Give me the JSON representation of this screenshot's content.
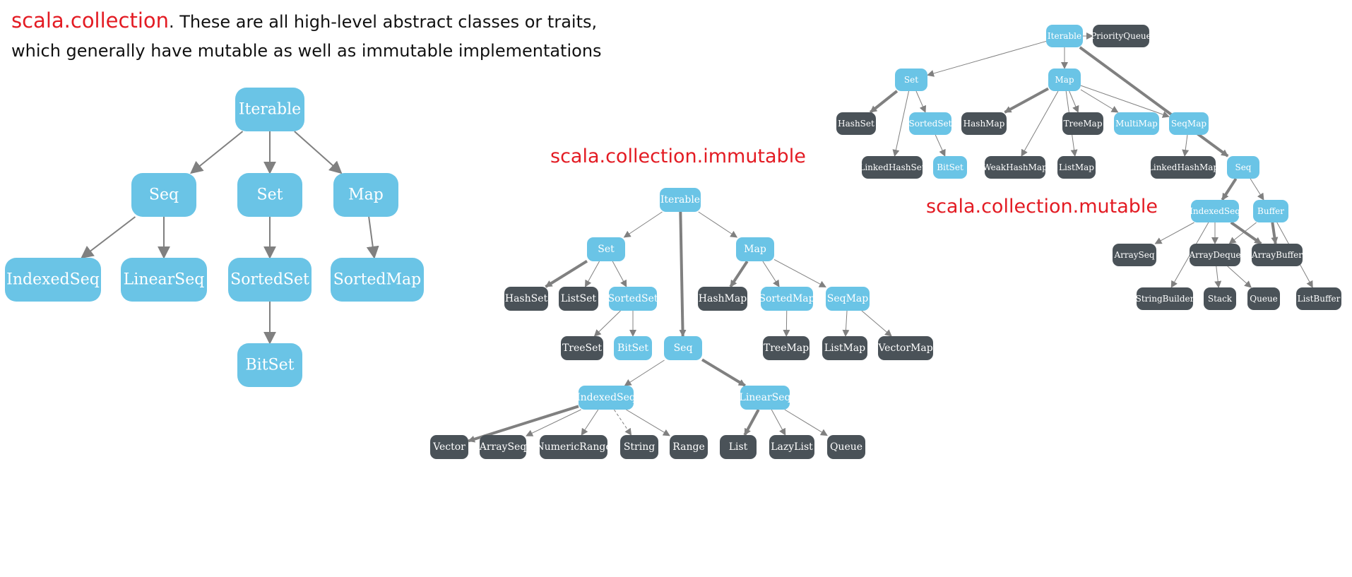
{
  "heading": {
    "accent": "scala.collection",
    "rest": ". These are all high-level abstract classes or traits,",
    "line2": "which generally have mutable as well as immutable implementations"
  },
  "colors": {
    "abstract": "#6ac4e6",
    "concrete": "#4a5258",
    "edge": "#808080"
  },
  "diagrams": {
    "collection": {
      "title": "",
      "nodes": [
        {
          "id": "c-iterable",
          "label": "Iterable",
          "kind": "abstract"
        },
        {
          "id": "c-seq",
          "label": "Seq",
          "kind": "abstract"
        },
        {
          "id": "c-set",
          "label": "Set",
          "kind": "abstract"
        },
        {
          "id": "c-map",
          "label": "Map",
          "kind": "abstract"
        },
        {
          "id": "c-indexedseq",
          "label": "IndexedSeq",
          "kind": "abstract"
        },
        {
          "id": "c-linearseq",
          "label": "LinearSeq",
          "kind": "abstract"
        },
        {
          "id": "c-sortedset",
          "label": "SortedSet",
          "kind": "abstract"
        },
        {
          "id": "c-sortedmap",
          "label": "SortedMap",
          "kind": "abstract"
        },
        {
          "id": "c-bitset",
          "label": "BitSet",
          "kind": "abstract"
        }
      ],
      "edges": [
        {
          "from": "c-iterable",
          "to": "c-seq",
          "style": "normal"
        },
        {
          "from": "c-iterable",
          "to": "c-set",
          "style": "normal"
        },
        {
          "from": "c-iterable",
          "to": "c-map",
          "style": "normal"
        },
        {
          "from": "c-seq",
          "to": "c-indexedseq",
          "style": "normal"
        },
        {
          "from": "c-seq",
          "to": "c-linearseq",
          "style": "normal"
        },
        {
          "from": "c-set",
          "to": "c-sortedset",
          "style": "normal"
        },
        {
          "from": "c-map",
          "to": "c-sortedmap",
          "style": "normal"
        },
        {
          "from": "c-sortedset",
          "to": "c-bitset",
          "style": "normal"
        }
      ]
    },
    "immutable": {
      "title": "scala.collection.immutable",
      "nodes": [
        {
          "id": "i-iterable",
          "label": "Iterable",
          "kind": "abstract"
        },
        {
          "id": "i-set",
          "label": "Set",
          "kind": "abstract"
        },
        {
          "id": "i-map",
          "label": "Map",
          "kind": "abstract"
        },
        {
          "id": "i-hashset",
          "label": "HashSet",
          "kind": "concrete"
        },
        {
          "id": "i-listset",
          "label": "ListSet",
          "kind": "concrete"
        },
        {
          "id": "i-sortedset",
          "label": "SortedSet",
          "kind": "abstract"
        },
        {
          "id": "i-hashmap",
          "label": "HashMap",
          "kind": "concrete"
        },
        {
          "id": "i-sortedmap",
          "label": "SortedMap",
          "kind": "abstract"
        },
        {
          "id": "i-seqmap",
          "label": "SeqMap",
          "kind": "abstract"
        },
        {
          "id": "i-treeset",
          "label": "TreeSet",
          "kind": "concrete"
        },
        {
          "id": "i-bitset",
          "label": "BitSet",
          "kind": "abstract"
        },
        {
          "id": "i-seq",
          "label": "Seq",
          "kind": "abstract"
        },
        {
          "id": "i-treemap",
          "label": "TreeMap",
          "kind": "concrete"
        },
        {
          "id": "i-listmap",
          "label": "ListMap",
          "kind": "concrete"
        },
        {
          "id": "i-vectormap",
          "label": "VectorMap",
          "kind": "concrete"
        },
        {
          "id": "i-indexedseq",
          "label": "IndexedSeq",
          "kind": "abstract"
        },
        {
          "id": "i-linearseq",
          "label": "LinearSeq",
          "kind": "abstract"
        },
        {
          "id": "i-vector",
          "label": "Vector",
          "kind": "concrete"
        },
        {
          "id": "i-arrayseq",
          "label": "ArraySeq",
          "kind": "concrete"
        },
        {
          "id": "i-numericrange",
          "label": "NumericRange",
          "kind": "concrete"
        },
        {
          "id": "i-string",
          "label": "String",
          "kind": "concrete"
        },
        {
          "id": "i-range",
          "label": "Range",
          "kind": "concrete"
        },
        {
          "id": "i-list",
          "label": "List",
          "kind": "concrete"
        },
        {
          "id": "i-lazylist",
          "label": "LazyList",
          "kind": "concrete"
        },
        {
          "id": "i-queue",
          "label": "Queue",
          "kind": "concrete"
        }
      ],
      "edges": [
        {
          "from": "i-iterable",
          "to": "i-set",
          "style": "normal"
        },
        {
          "from": "i-iterable",
          "to": "i-map",
          "style": "normal"
        },
        {
          "from": "i-iterable",
          "to": "i-seq",
          "style": "bold"
        },
        {
          "from": "i-set",
          "to": "i-hashset",
          "style": "bold"
        },
        {
          "from": "i-set",
          "to": "i-listset",
          "style": "normal"
        },
        {
          "from": "i-set",
          "to": "i-sortedset",
          "style": "normal"
        },
        {
          "from": "i-sortedset",
          "to": "i-treeset",
          "style": "normal"
        },
        {
          "from": "i-sortedset",
          "to": "i-bitset",
          "style": "normal"
        },
        {
          "from": "i-map",
          "to": "i-hashmap",
          "style": "bold"
        },
        {
          "from": "i-map",
          "to": "i-sortedmap",
          "style": "normal"
        },
        {
          "from": "i-map",
          "to": "i-seqmap",
          "style": "normal"
        },
        {
          "from": "i-sortedmap",
          "to": "i-treemap",
          "style": "normal"
        },
        {
          "from": "i-seqmap",
          "to": "i-listmap",
          "style": "normal"
        },
        {
          "from": "i-seqmap",
          "to": "i-vectormap",
          "style": "normal"
        },
        {
          "from": "i-seq",
          "to": "i-indexedseq",
          "style": "normal"
        },
        {
          "from": "i-seq",
          "to": "i-linearseq",
          "style": "bold"
        },
        {
          "from": "i-indexedseq",
          "to": "i-vector",
          "style": "bold"
        },
        {
          "from": "i-indexedseq",
          "to": "i-arrayseq",
          "style": "normal"
        },
        {
          "from": "i-indexedseq",
          "to": "i-numericrange",
          "style": "normal"
        },
        {
          "from": "i-indexedseq",
          "to": "i-string",
          "style": "dashed"
        },
        {
          "from": "i-indexedseq",
          "to": "i-range",
          "style": "normal"
        },
        {
          "from": "i-linearseq",
          "to": "i-list",
          "style": "bold"
        },
        {
          "from": "i-linearseq",
          "to": "i-lazylist",
          "style": "normal"
        },
        {
          "from": "i-linearseq",
          "to": "i-queue",
          "style": "normal"
        }
      ]
    },
    "mutable": {
      "title": "scala.collection.mutable",
      "nodes": [
        {
          "id": "m-iterable",
          "label": "Iterable",
          "kind": "abstract"
        },
        {
          "id": "m-priorityqueue",
          "label": "PriorityQueue",
          "kind": "concrete"
        },
        {
          "id": "m-set",
          "label": "Set",
          "kind": "abstract"
        },
        {
          "id": "m-map",
          "label": "Map",
          "kind": "abstract"
        },
        {
          "id": "m-hashset",
          "label": "HashSet",
          "kind": "concrete"
        },
        {
          "id": "m-sortedset",
          "label": "SortedSet",
          "kind": "abstract"
        },
        {
          "id": "m-hashmap",
          "label": "HashMap",
          "kind": "concrete"
        },
        {
          "id": "m-treemap",
          "label": "TreeMap",
          "kind": "concrete"
        },
        {
          "id": "m-multimap",
          "label": "MultiMap",
          "kind": "abstract"
        },
        {
          "id": "m-seqmap",
          "label": "SeqMap",
          "kind": "abstract"
        },
        {
          "id": "m-linkedhashset",
          "label": "LinkedHashSet",
          "kind": "concrete"
        },
        {
          "id": "m-bitset",
          "label": "BitSet",
          "kind": "abstract"
        },
        {
          "id": "m-weakhashmap",
          "label": "WeakHashMap",
          "kind": "concrete"
        },
        {
          "id": "m-listmap",
          "label": "ListMap",
          "kind": "concrete"
        },
        {
          "id": "m-linkedhashmap",
          "label": "LinkedHashMap",
          "kind": "concrete"
        },
        {
          "id": "m-seq",
          "label": "Seq",
          "kind": "abstract"
        },
        {
          "id": "m-indexedseq",
          "label": "IndexedSeq",
          "kind": "abstract"
        },
        {
          "id": "m-buffer",
          "label": "Buffer",
          "kind": "abstract"
        },
        {
          "id": "m-arrayseq",
          "label": "ArraySeq",
          "kind": "concrete"
        },
        {
          "id": "m-arraydeque",
          "label": "ArrayDeque",
          "kind": "concrete"
        },
        {
          "id": "m-arraybuffer",
          "label": "ArrayBuffer",
          "kind": "concrete"
        },
        {
          "id": "m-stringbuilder",
          "label": "StringBuilder",
          "kind": "concrete"
        },
        {
          "id": "m-stack",
          "label": "Stack",
          "kind": "concrete"
        },
        {
          "id": "m-queue",
          "label": "Queue",
          "kind": "concrete"
        },
        {
          "id": "m-listbuffer",
          "label": "ListBuffer",
          "kind": "concrete"
        }
      ],
      "edges": [
        {
          "from": "m-iterable",
          "to": "m-priorityqueue",
          "style": "normal"
        },
        {
          "from": "m-iterable",
          "to": "m-set",
          "style": "normal"
        },
        {
          "from": "m-iterable",
          "to": "m-map",
          "style": "normal"
        },
        {
          "from": "m-iterable",
          "to": "m-seq",
          "style": "bold"
        },
        {
          "from": "m-set",
          "to": "m-hashset",
          "style": "bold"
        },
        {
          "from": "m-set",
          "to": "m-linkedhashset",
          "style": "normal"
        },
        {
          "from": "m-set",
          "to": "m-sortedset",
          "style": "normal"
        },
        {
          "from": "m-sortedset",
          "to": "m-bitset",
          "style": "normal"
        },
        {
          "from": "m-map",
          "to": "m-hashmap",
          "style": "bold"
        },
        {
          "from": "m-map",
          "to": "m-weakhashmap",
          "style": "normal"
        },
        {
          "from": "m-map",
          "to": "m-listmap",
          "style": "normal"
        },
        {
          "from": "m-map",
          "to": "m-treemap",
          "style": "normal"
        },
        {
          "from": "m-map",
          "to": "m-multimap",
          "style": "normal"
        },
        {
          "from": "m-map",
          "to": "m-seqmap",
          "style": "normal"
        },
        {
          "from": "m-seqmap",
          "to": "m-linkedhashmap",
          "style": "normal"
        },
        {
          "from": "m-seq",
          "to": "m-indexedseq",
          "style": "bold"
        },
        {
          "from": "m-seq",
          "to": "m-buffer",
          "style": "normal"
        },
        {
          "from": "m-indexedseq",
          "to": "m-arrayseq",
          "style": "normal"
        },
        {
          "from": "m-indexedseq",
          "to": "m-stringbuilder",
          "style": "normal"
        },
        {
          "from": "m-indexedseq",
          "to": "m-arraydeque",
          "style": "normal"
        },
        {
          "from": "m-indexedseq",
          "to": "m-arraybuffer",
          "style": "bold"
        },
        {
          "from": "m-buffer",
          "to": "m-arraydeque",
          "style": "normal"
        },
        {
          "from": "m-buffer",
          "to": "m-arraybuffer",
          "style": "bold"
        },
        {
          "from": "m-buffer",
          "to": "m-listbuffer",
          "style": "normal"
        },
        {
          "from": "m-arraydeque",
          "to": "m-stack",
          "style": "normal"
        },
        {
          "from": "m-arraydeque",
          "to": "m-queue",
          "style": "normal"
        }
      ]
    }
  }
}
